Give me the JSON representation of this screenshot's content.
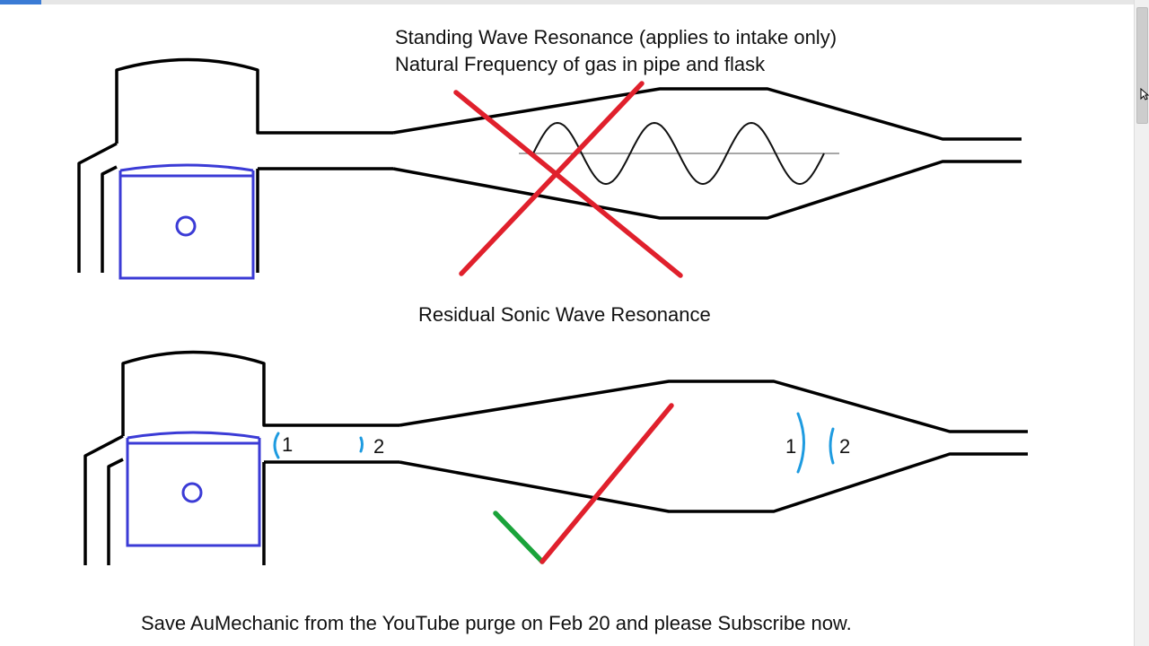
{
  "top_panel": {
    "title_line1": "Standing Wave Resonance  (applies to intake only)",
    "title_line2": "Natural Frequency of gas in pipe and flask",
    "status_mark": "cross"
  },
  "bottom_panel": {
    "title": "Residual Sonic Wave Resonance",
    "status_mark": "check",
    "markers": {
      "pipe_entry": "1",
      "pipe_mid": "2",
      "flask_left": "1",
      "flask_right": "2"
    }
  },
  "footer": {
    "message": "Save AuMechanic from the YouTube purge on Feb 20 and please Subscribe now."
  },
  "colors": {
    "outline": "#000000",
    "piston": "#3b3bd6",
    "cross": "#e0202c",
    "check_red": "#e0202c",
    "check_green": "#1aa33a",
    "marker": "#1e9be0",
    "wave_axis": "#8a8a8a"
  }
}
